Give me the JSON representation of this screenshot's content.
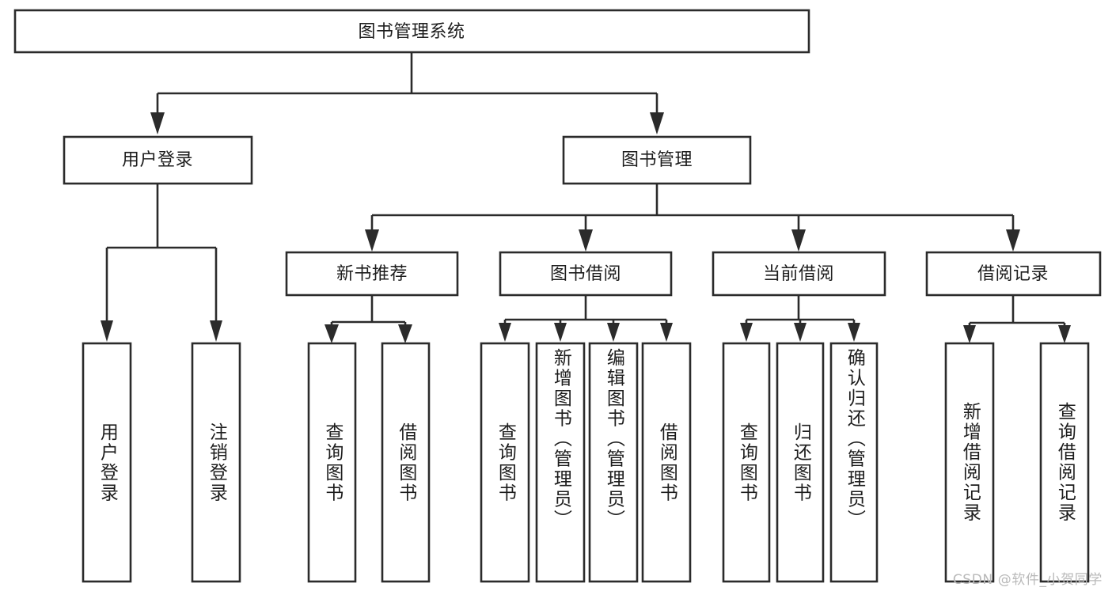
{
  "diagram": {
    "title": "图书管理系统",
    "type": "hierarchy-tree",
    "orientation": "top-down",
    "colors": {
      "box_fill": "#ffffff",
      "box_stroke": "#2b2b2b",
      "text": "#1d1d1d",
      "background": "#ffffff",
      "watermark": "#b9b9b9"
    },
    "root": {
      "label": "图书管理系统",
      "text_direction": "horizontal"
    },
    "level2": [
      {
        "label": "用户登录",
        "text_direction": "horizontal"
      },
      {
        "label": "图书管理",
        "text_direction": "horizontal"
      }
    ],
    "level3": [
      {
        "label": "新书推荐",
        "text_direction": "horizontal",
        "parent": "图书管理"
      },
      {
        "label": "图书借阅",
        "text_direction": "horizontal",
        "parent": "图书管理"
      },
      {
        "label": "当前借阅",
        "text_direction": "horizontal",
        "parent": "图书管理"
      },
      {
        "label": "借阅记录",
        "text_direction": "horizontal",
        "parent": "图书管理"
      }
    ],
    "leaves": [
      {
        "label": "用户登录",
        "text_direction": "vertical",
        "parent": "用户登录"
      },
      {
        "label": "注销登录",
        "text_direction": "vertical",
        "parent": "用户登录"
      },
      {
        "label": "查询图书",
        "text_direction": "vertical",
        "parent": "新书推荐"
      },
      {
        "label": "借阅图书",
        "text_direction": "vertical",
        "parent": "新书推荐"
      },
      {
        "label": "查询图书",
        "text_direction": "vertical",
        "parent": "图书借阅"
      },
      {
        "label": "新增图书（管理员）",
        "text_direction": "vertical",
        "parent": "图书借阅"
      },
      {
        "label": "编辑图书（管理员）",
        "text_direction": "vertical",
        "parent": "图书借阅"
      },
      {
        "label": "借阅图书",
        "text_direction": "vertical",
        "parent": "图书借阅"
      },
      {
        "label": "查询图书",
        "text_direction": "vertical",
        "parent": "当前借阅"
      },
      {
        "label": "归还图书",
        "text_direction": "vertical",
        "parent": "当前借阅"
      },
      {
        "label": "确认归还（管理员）",
        "text_direction": "vertical",
        "parent": "当前借阅"
      },
      {
        "label": "新增借阅记录",
        "text_direction": "vertical",
        "parent": "借阅记录"
      },
      {
        "label": "查询借阅记录",
        "text_direction": "vertical",
        "parent": "借阅记录"
      }
    ],
    "watermark": "CSDN @软件_小贺同学"
  }
}
